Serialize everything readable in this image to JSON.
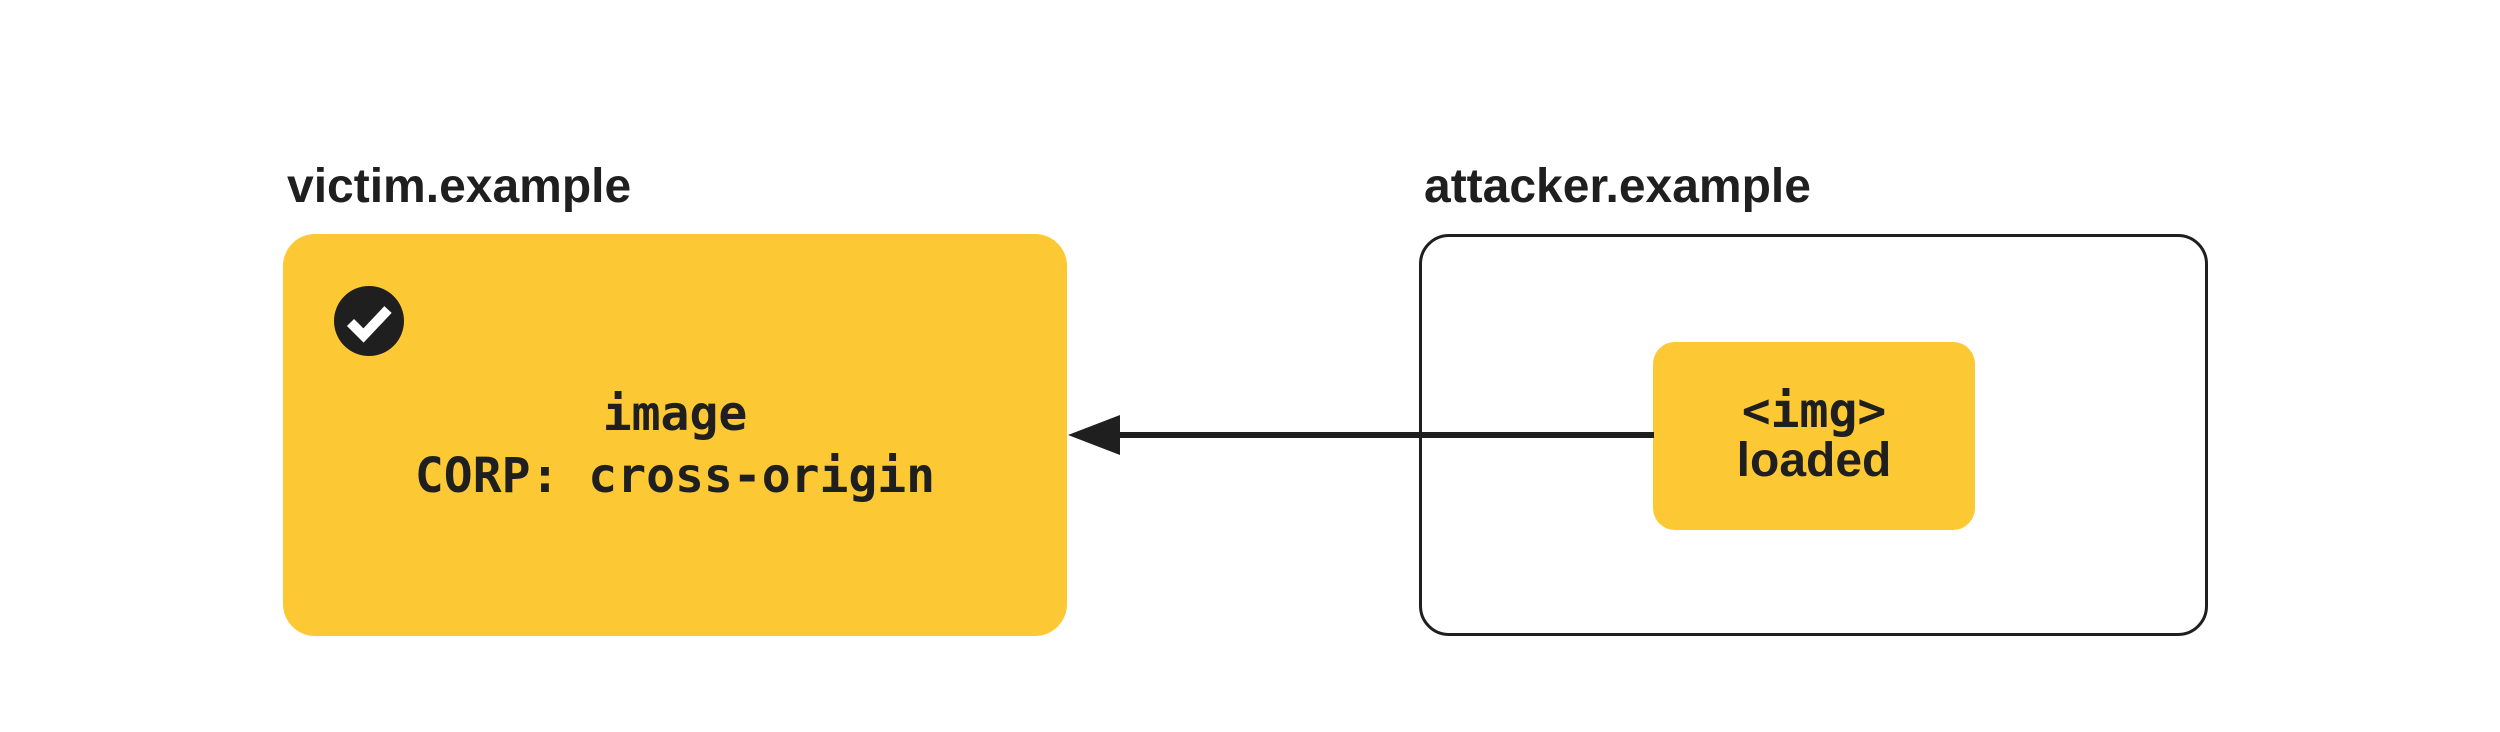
{
  "colors": {
    "accent_yellow": "#FCC934",
    "ink": "#1F1F1F",
    "background": "#FFFFFF"
  },
  "victim": {
    "domain_label": "victim.example",
    "status_icon": "check-circle-icon",
    "resource_lines": [
      "image",
      "CORP: cross-origin"
    ]
  },
  "attacker": {
    "domain_label": "attacker.example",
    "request_box_lines": [
      "<img>",
      "loaded"
    ]
  },
  "arrow": {
    "icon": "arrow-left-icon",
    "from": "attacker request box",
    "to": "victim resource box"
  }
}
